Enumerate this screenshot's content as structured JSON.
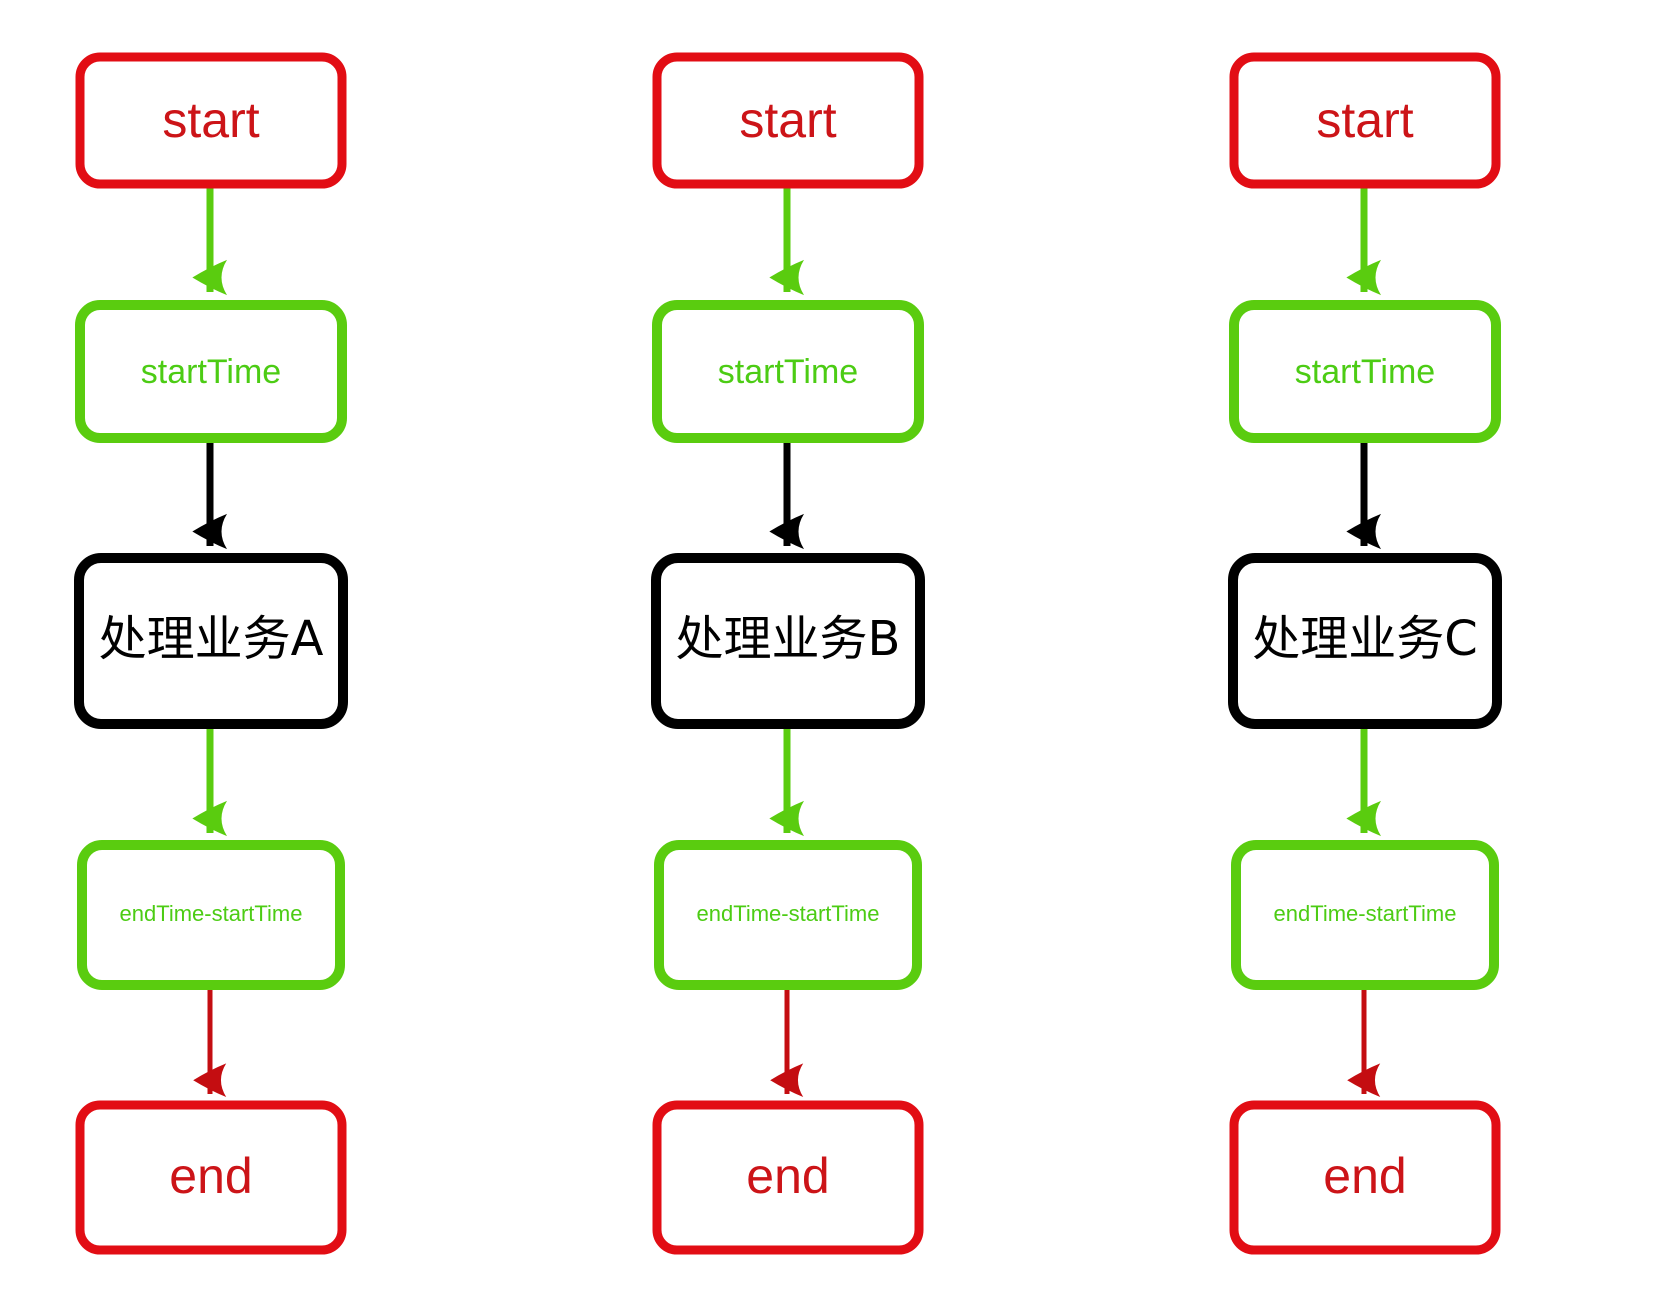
{
  "diagram": {
    "title": "",
    "type": "flowchart",
    "orientation": "top-to-bottom",
    "columns_count": 3,
    "colors": {
      "red_border": "#E20D14",
      "red_text": "#CC1418",
      "green_border": "#5ACC0F",
      "green_text": "#4CCC14",
      "black": "#000000",
      "background": "#FFFFFF"
    },
    "columns": [
      {
        "id": "column-a",
        "nodes": [
          {
            "id": "start-a",
            "label": "start",
            "shape": "rounded-rect",
            "style": "red"
          },
          {
            "id": "stime-a",
            "label": "startTime",
            "shape": "rounded-rect",
            "style": "green"
          },
          {
            "id": "proc-a",
            "label": "处理业务A",
            "shape": "rounded-rect",
            "style": "black"
          },
          {
            "id": "delta-a",
            "label": "endTime-startTime",
            "shape": "rounded-rect",
            "style": "green"
          },
          {
            "id": "end-a",
            "label": "end",
            "shape": "rounded-rect",
            "style": "red"
          }
        ],
        "edges": [
          {
            "from": "start-a",
            "to": "stime-a",
            "style": "green",
            "arrow": "filled-barb"
          },
          {
            "from": "stime-a",
            "to": "proc-a",
            "style": "black",
            "arrow": "filled-barb"
          },
          {
            "from": "proc-a",
            "to": "delta-a",
            "style": "green",
            "arrow": "filled-barb"
          },
          {
            "from": "delta-a",
            "to": "end-a",
            "style": "red",
            "arrow": "filled-barb"
          }
        ]
      },
      {
        "id": "column-b",
        "nodes": [
          {
            "id": "start-b",
            "label": "start",
            "shape": "rounded-rect",
            "style": "red"
          },
          {
            "id": "stime-b",
            "label": "startTime",
            "shape": "rounded-rect",
            "style": "green"
          },
          {
            "id": "proc-b",
            "label": "处理业务B",
            "shape": "rounded-rect",
            "style": "black"
          },
          {
            "id": "delta-b",
            "label": "endTime-startTime",
            "shape": "rounded-rect",
            "style": "green"
          },
          {
            "id": "end-b",
            "label": "end",
            "shape": "rounded-rect",
            "style": "red"
          }
        ],
        "edges": [
          {
            "from": "start-b",
            "to": "stime-b",
            "style": "green",
            "arrow": "filled-barb"
          },
          {
            "from": "stime-b",
            "to": "proc-b",
            "style": "black",
            "arrow": "filled-barb"
          },
          {
            "from": "proc-b",
            "to": "delta-b",
            "style": "green",
            "arrow": "filled-barb"
          },
          {
            "from": "delta-b",
            "to": "end-b",
            "style": "red",
            "arrow": "filled-barb"
          }
        ]
      },
      {
        "id": "column-c",
        "nodes": [
          {
            "id": "start-c",
            "label": "start",
            "shape": "rounded-rect",
            "style": "red"
          },
          {
            "id": "stime-c",
            "label": "startTime",
            "shape": "rounded-rect",
            "style": "green"
          },
          {
            "id": "proc-c",
            "label": "处理业务C",
            "shape": "rounded-rect",
            "style": "black"
          },
          {
            "id": "delta-c",
            "label": "endTime-startTime",
            "shape": "rounded-rect",
            "style": "green"
          },
          {
            "id": "end-c",
            "label": "end",
            "shape": "rounded-rect",
            "style": "red"
          }
        ],
        "edges": [
          {
            "from": "start-c",
            "to": "stime-c",
            "style": "green",
            "arrow": "filled-barb"
          },
          {
            "from": "stime-c",
            "to": "proc-c",
            "style": "black",
            "arrow": "filled-barb"
          },
          {
            "from": "proc-c",
            "to": "delta-c",
            "style": "green",
            "arrow": "filled-barb"
          },
          {
            "from": "delta-c",
            "to": "end-c",
            "style": "red",
            "arrow": "filled-barb"
          }
        ]
      }
    ]
  },
  "labels": {
    "start": "start",
    "start_time": "startTime",
    "process_a": "处理业务A",
    "process_b": "处理业务B",
    "process_c": "处理业务C",
    "elapsed": "endTime-startTime",
    "end": "end"
  }
}
